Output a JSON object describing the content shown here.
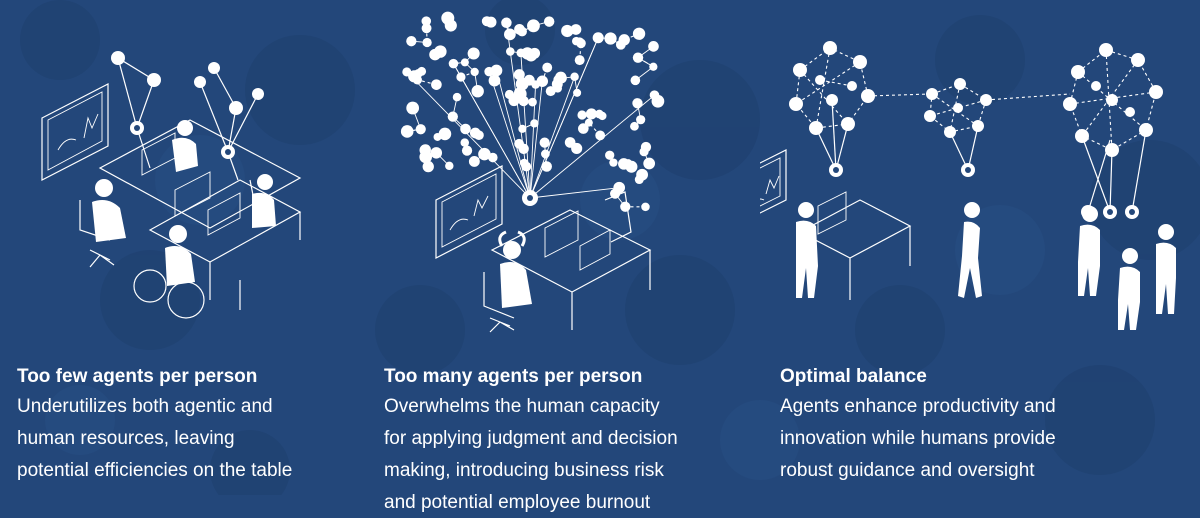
{
  "panels": [
    {
      "title": "Too few agents per person",
      "lines": [
        "Underutilizes both agentic and",
        "human resources, leaving",
        "potential efficiencies on the table"
      ]
    },
    {
      "title": "Too many agents per person",
      "lines": [
        "Overwhelms the human capacity",
        "for applying judgment and decision",
        "making, introducing business risk",
        "and potential employee burnout"
      ]
    },
    {
      "title": "Optimal balance",
      "lines": [
        "Agents enhance productivity and",
        "innovation while humans provide",
        "robust guidance and oversight"
      ]
    }
  ],
  "colors": {
    "background": "#23477a",
    "ink": "#ffffff"
  },
  "icons": [
    "agent-node-icon",
    "monitor-dashboard-icon",
    "desk-workstation-icon",
    "person-figure-icon"
  ]
}
